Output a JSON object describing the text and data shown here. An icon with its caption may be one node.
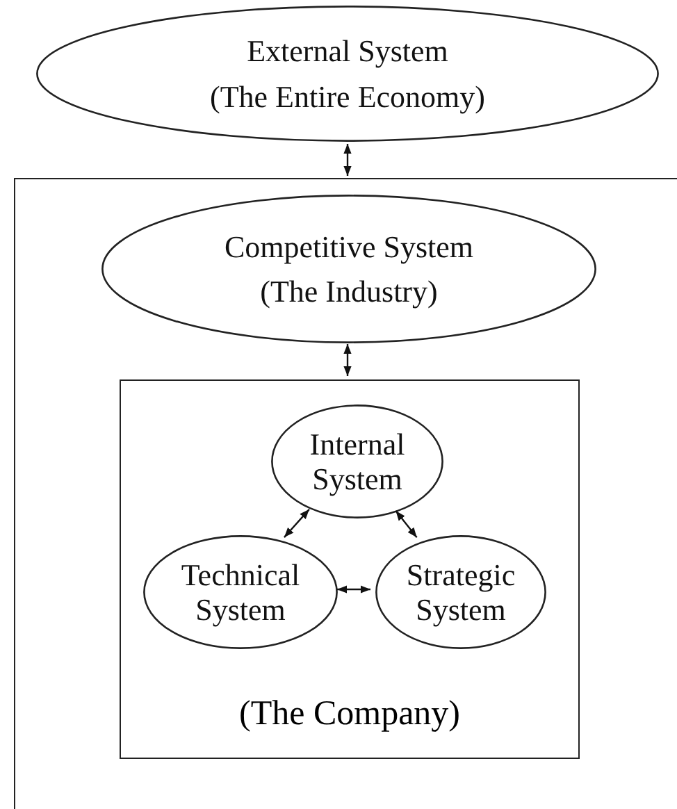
{
  "diagram": {
    "nodes": [
      {
        "text": [
          "External System",
          "(The Entire Economy)"
        ]
      },
      {
        "text": [],
        "shape": "box"
      },
      {
        "text": [
          "Competitive System",
          "(The Industry)"
        ],
        "in": 1
      },
      {
        "text": [
          "(The Company)"
        ],
        "in": 1
      },
      {
        "text": [
          "Internal System"
        ],
        "in": 3
      },
      {
        "text": [
          "Technical System"
        ],
        "in": 3
      },
      {
        "text": [
          "Strategic System"
        ],
        "in": 3
      }
    ],
    "edges": [
      {
        "from": 0,
        "to": 1,
        "arrow": "both"
      },
      {
        "from": 2,
        "to": 3,
        "arrow": "both"
      },
      {
        "from": 4,
        "to": 5,
        "arrow": "both"
      },
      {
        "from": 4,
        "to": 6,
        "arrow": "both"
      },
      {
        "from": 5,
        "to": 6,
        "arrow": "both"
      }
    ]
  }
}
